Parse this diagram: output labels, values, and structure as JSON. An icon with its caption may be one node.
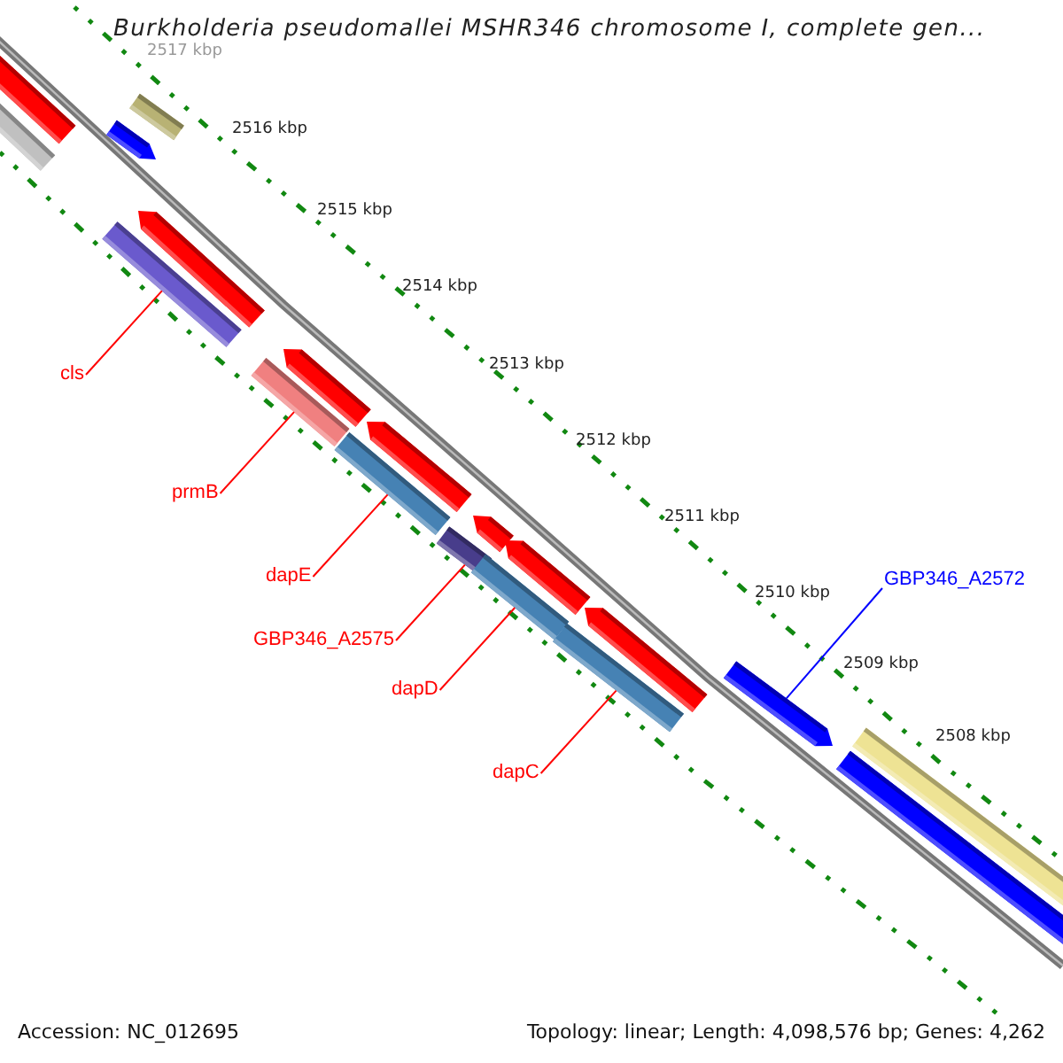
{
  "diagram": {
    "title": "Burkholderia pseudomallei MSHR346 chromosome I, complete gen...",
    "nodes": [
      {
        "text": [
          "cls"
        ]
      },
      {
        "text": [],
        "shape": "bar"
      },
      {
        "text": [
          "prmB"
        ]
      },
      {
        "text": [],
        "shape": "bar"
      },
      {
        "text": [
          "dapE"
        ]
      },
      {
        "text": [],
        "shape": "bar"
      },
      {
        "text": [
          "GBP346_A2575"
        ]
      },
      {
        "text": [],
        "shape": "bar"
      },
      {
        "text": [
          "dapD"
        ]
      },
      {
        "text": [],
        "shape": "bar"
      },
      {
        "text": [
          "dapC"
        ]
      },
      {
        "text": [],
        "shape": "bar"
      },
      {
        "text": [
          "GBP346_A2572"
        ]
      },
      {
        "text": [],
        "shape": "arrow"
      }
    ],
    "edges": [
      {
        "from": 0,
        "to": 1,
        "arrow": "none"
      },
      {
        "from": 2,
        "to": 3,
        "arrow": "none"
      },
      {
        "from": 4,
        "to": 5,
        "arrow": "none"
      },
      {
        "from": 6,
        "to": 7,
        "arrow": "none"
      },
      {
        "from": 8,
        "to": 9,
        "arrow": "none"
      },
      {
        "from": 10,
        "to": 11,
        "arrow": "none"
      },
      {
        "from": 12,
        "to": 13,
        "arrow": "none",
        "color": "#0000ff"
      }
    ],
    "labels": [
      "2517 kbp",
      "2516 kbp",
      "2515 kbp",
      "2514 kbp",
      "2513 kbp",
      "2512 kbp",
      "2511 kbp",
      "2510 kbp",
      "2509 kbp",
      "2508 kbp",
      "Accession: NC_012695",
      "Topology: linear; Length: 4,098,576 bp; Genes: 4,262"
    ]
  }
}
